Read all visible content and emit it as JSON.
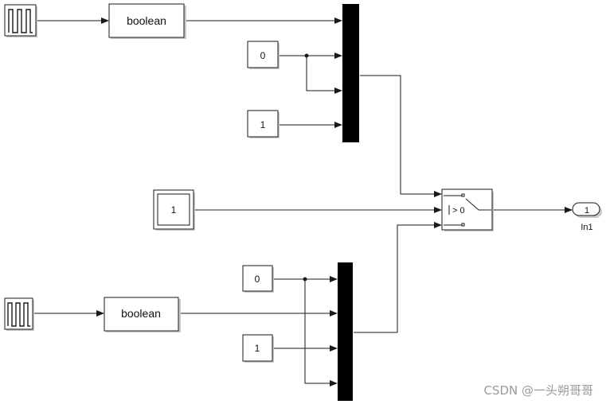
{
  "blocks": {
    "pulse_top": {
      "icon": "pulse-generator-icon"
    },
    "pulse_bottom": {
      "icon": "pulse-generator-icon"
    },
    "boolean_top": {
      "label": "boolean"
    },
    "boolean_bottom": {
      "label": "boolean"
    },
    "const_top_0": {
      "value": "0"
    },
    "const_top_1": {
      "value": "1"
    },
    "const_ctrl": {
      "value": "1"
    },
    "const_bottom_0": {
      "value": "0"
    },
    "const_bottom_1": {
      "value": "1"
    },
    "switch": {
      "condition": "> 0"
    },
    "outport": {
      "number": "1",
      "name": "In1"
    }
  },
  "watermark": "CSDN @一头朔哥哥"
}
